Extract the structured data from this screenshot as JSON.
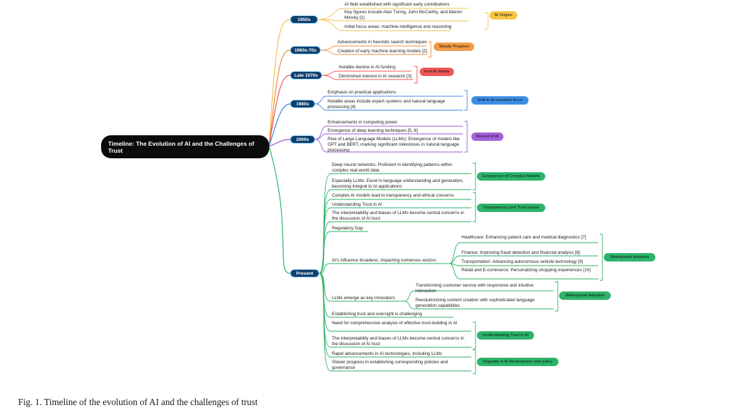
{
  "root": "Timeline: The Evolution of AI and the Challenges of Trust",
  "eras": {
    "e1950s": "1950s",
    "e1960s": "1960s-70s",
    "e1970s": "Late 1970s",
    "e1980s": "1980s",
    "e2000s": "2000s",
    "present": "Present"
  },
  "items": {
    "a1": "AI field established with significant early contributions",
    "a2": "Key figures include Alan Turing, John McCarthy, and Marvin Minsky [1]",
    "a3": "Initial focus areas: machine intelligence and reasoning",
    "b1": "Advancements in heuristic search techniques",
    "b2": "Creation of early machine learning models [2]",
    "c1": "Notable decline in AI funding",
    "c2": "Diminished interest in AI research [3]",
    "d1": "Emphasis on practical applications",
    "d2": "Notable areas include expert systems and natural language processing [4]",
    "f1": "Enhancements in computing power",
    "f2": "Emergence of deep learning techniques [5, 6]",
    "f3": "Rise of Large Language Models (LLMs): Emergence of models like GPT and BERT, marking significant milestones in natural language processing",
    "p1": "Deep neural networks: Proficient in identifying patterns within complex real-world data",
    "p2": "Especially LLMs: Excel in language understanding and generation, becoming integral to AI applications",
    "p3": "Complex AI models lead to transparency and ethical concerns",
    "p4": "Understanding Trust in AI",
    "p5": "The interpretability and biases of LLMs become central concerns in the discussion of AI trust",
    "p6": "Regulatory Gap",
    "p7": "AI's influence broadens, impacting numerous sectors",
    "q1": "Healthcare: Enhancing patient care and medical diagnostics [7]",
    "q2": "Finance: Improving fraud detection and financial analysis [8]",
    "q3": "Transportation: Advancing autonomous vehicle technology [9]",
    "q4": "Retail and E-commerce: Personalizing shopping experiences [10]",
    "p8": "LLMs emerge as key innovators",
    "r1": "Transforming customer service with responsive and intuitive interaction",
    "r2": "Revolutionizing content creation with sophisticated language generation capabilities",
    "p9": "Establishing trust and oversight is challenging",
    "p10": "Need for comprehensive analysis of effective trust-building in AI",
    "p11": "The interpretability and biases of LLMs become central concerns in the discussion of AI trust",
    "p12": "Rapid advancements in AI technologies, including LLMs",
    "p13": "Slower progress in establishing corresponding policies and governance"
  },
  "tags": {
    "t1": "AI Origins",
    "t2": "Steady Progress",
    "t3": "First AI Winter",
    "t4": "Shift in AI research focus",
    "t5": "Revival of AI",
    "t6": "Emergence of Complex Models",
    "t7": "Transparency and Trust Issues",
    "t8": "Widespread Adoption",
    "t9": "Widespread Adoption",
    "t10": "Understanding Trust in AI",
    "t11": "Disparity in AI development and policy"
  },
  "colors": {
    "e1950s": "#f2c14e",
    "e1960s": "#f08a3c",
    "e1970s": "#ee5350",
    "e1980s": "#3f86e0",
    "e2000s": "#9b59d0",
    "present": "#27b262",
    "tag1950s": "#f6c542",
    "tag1960s": "#f39a46",
    "tag1970s": "#f05656",
    "tag1980s": "#3d8ee6",
    "tag2000s": "#a461d8",
    "tagPresent": "#2bb46a"
  },
  "caption": "Fig. 1.   Timeline of the evolution of AI and the challenges of trust"
}
